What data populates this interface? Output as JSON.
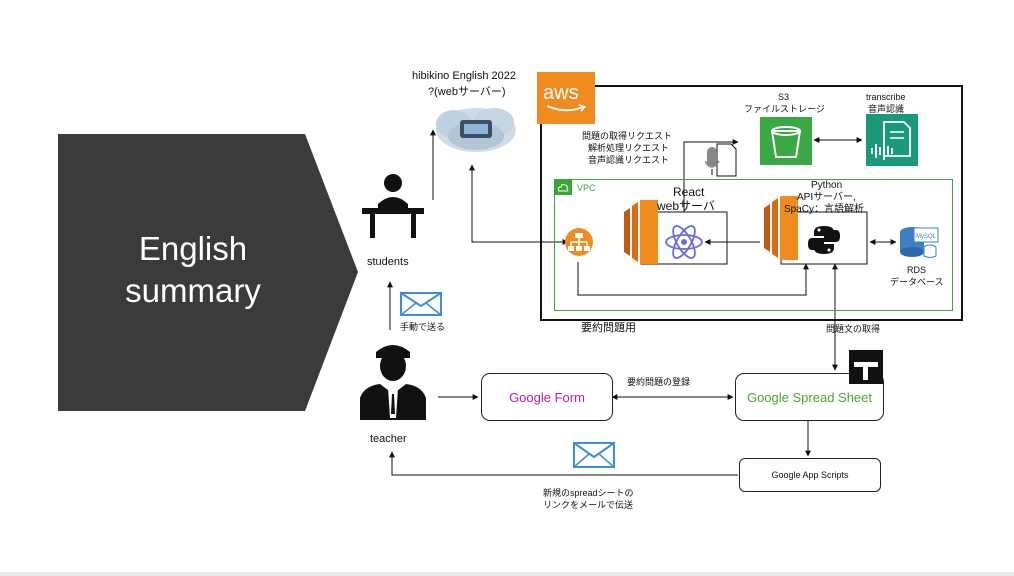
{
  "title": {
    "line1": "English",
    "line2": "summary"
  },
  "server": {
    "line1": "hibikino English 2022",
    "line2": "?(webサーバー)"
  },
  "aws": {
    "logo_text": "aws",
    "vpc_label": "VPC"
  },
  "requests": [
    "問題の取得リクエスト",
    "解析処理リクエスト",
    "音声認識リクエスト"
  ],
  "s3": {
    "line1": "S3",
    "line2": "ファイルストレージ"
  },
  "transcribe": {
    "line1": "transcribe",
    "line2": "音声認識"
  },
  "react": {
    "line1": "React",
    "line2": "webサーバ"
  },
  "python": {
    "line1": "Python",
    "line2": "APIサーバー,",
    "line3": "SpaCy：言語解析"
  },
  "rds": {
    "line1": "RDS",
    "line2": "データベース",
    "icon_text": "MySQL"
  },
  "labels": {
    "students": "students",
    "teacher": "teacher",
    "manual_send": "手動で送る",
    "summary_problem": "要約問題用",
    "get_problem_text": "問題文の取得",
    "register_problem": "要約問題の登録",
    "new_sheet_line1": "新規のspreadシートの",
    "new_sheet_line2": "リンクをメールで伝送"
  },
  "boxes": {
    "form": "Google Form",
    "sheet": "Google Spread Sheet",
    "scripts": "Google App Scripts"
  },
  "colors": {
    "form": "#c21aa6",
    "sheet": "#4aa829",
    "aws_orange": "#f08c1f",
    "vpc_green": "#3aa63a",
    "mail_blue": "#3f8fd8"
  }
}
